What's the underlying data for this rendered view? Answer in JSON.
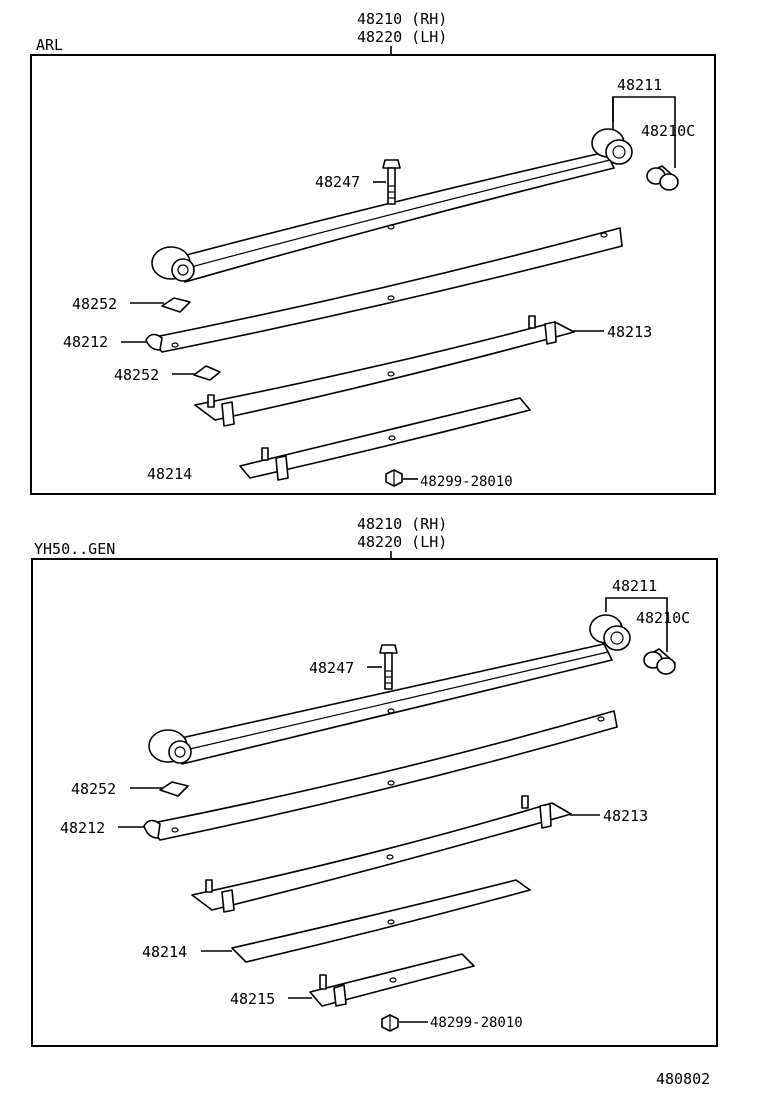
{
  "diagram_id": "480802",
  "sections": [
    {
      "variant": "ARL",
      "assembly": [
        "48210 (RH)",
        "48220 (LH)"
      ],
      "labels": {
        "p48211": "48211",
        "p48210c": "48210C",
        "p48247": "48247",
        "p48252a": "48252",
        "p48212": "48212",
        "p48213": "48213",
        "p48252b": "48252",
        "p48214": "48214",
        "p48299": "48299-28010"
      }
    },
    {
      "variant": "YH50..GEN",
      "assembly": [
        "48210 (RH)",
        "48220 (LH)"
      ],
      "labels": {
        "p48211": "48211",
        "p48210c": "48210C",
        "p48247": "48247",
        "p48252": "48252",
        "p48212": "48212",
        "p48213": "48213",
        "p48214": "48214",
        "p48215": "48215",
        "p48299": "48299-28010"
      }
    }
  ]
}
